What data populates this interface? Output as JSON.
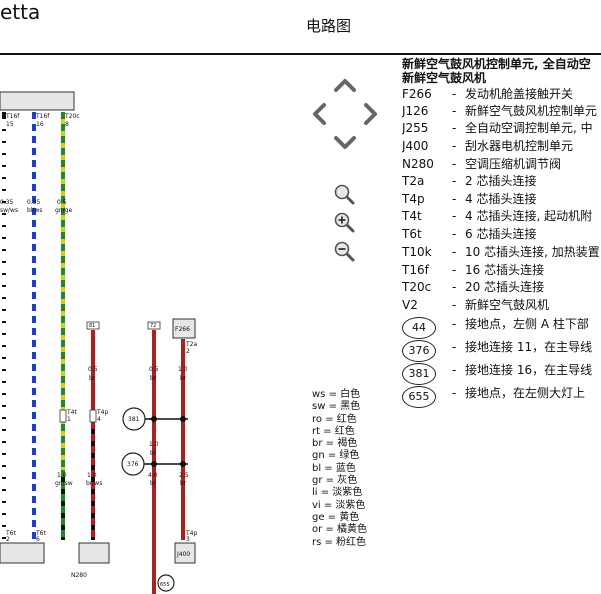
{
  "header": {
    "title_left": "etta",
    "title_center": "电路图"
  },
  "diagram": {
    "wire_labels": {
      "w1_top": "T16f",
      "w1_pin": "15",
      "w1_gauge": "0.35",
      "w1_color": "sw/ws",
      "w2_top": "T16f",
      "w2_pin": "16",
      "w2_gauge": "0.35",
      "w2_color": "bl/ws",
      "w3_top": "T20c",
      "w3_pin": "8",
      "w3_gauge": "0.5",
      "w3_color": "gn/ge",
      "w4_gauge": "0.5",
      "w4_color": "br",
      "w4_box": "81",
      "w5_gauge": "0.5",
      "w5_color": "br",
      "w5_box": "72",
      "w6_gauge": "1.0",
      "w6_color": "br",
      "w6_box": "F266",
      "w6_pin": "T2a",
      "w6_pin_no": "2",
      "t4t": "T4t",
      "t4t_no": "1",
      "t4p": "T4p",
      "t4p_no": "4",
      "g381": "381",
      "g376": "376",
      "w7_gauge": "1.0",
      "w7_color": "gn/sw",
      "w8_gauge": "1.0",
      "w8_color": "br/ws",
      "w9_gauge": "1.0",
      "w9_color": "br",
      "w10_gauge": "4.0",
      "w10_color": "br",
      "w11_gauge": "2.5",
      "w11_color": "br",
      "t6t_a": "T6t",
      "t6t_a_no": "2",
      "t6t_b": "T6t",
      "t6t_b_no": "6",
      "t4p_b": "T4p",
      "t4p_b_no": "3",
      "j400": "J400",
      "n280": "N280",
      "g655": "655"
    }
  },
  "legend": {
    "title_1": "新鲜空气鼓风机控制单元, 全自动空",
    "title_2": "新鲜空气鼓风机",
    "items": [
      {
        "code": "F266",
        "dash": "-",
        "desc": "发动机舱盖接触开关"
      },
      {
        "code": "J126",
        "dash": "-",
        "desc": "新鲜空气鼓风机控制单元"
      },
      {
        "code": "J255",
        "dash": "-",
        "desc": "全自动空调控制单元, 中"
      },
      {
        "code": "J400",
        "dash": "-",
        "desc": "刮水器电机控制单元"
      },
      {
        "code": "N280",
        "dash": "-",
        "desc": "空调压缩机调节阀"
      },
      {
        "code": "T2a",
        "dash": "-",
        "desc": "2 芯插头连接"
      },
      {
        "code": "T4p",
        "dash": "-",
        "desc": "4 芯插头连接"
      },
      {
        "code": "T4t",
        "dash": "-",
        "desc": "4 芯插头连接, 起动机附"
      },
      {
        "code": "T6t",
        "dash": "-",
        "desc": "6 芯插头连接"
      },
      {
        "code": "T10k",
        "dash": "-",
        "desc": "10 芯插头连接, 加热装置"
      },
      {
        "code": "T16f",
        "dash": "-",
        "desc": "16 芯插头连接"
      },
      {
        "code": "T20c",
        "dash": "-",
        "desc": "20 芯插头连接"
      },
      {
        "code": "V2",
        "dash": "-",
        "desc": "新鲜空气鼓风机"
      }
    ],
    "grounds": [
      {
        "num": "44",
        "dash": "-",
        "desc": "接地点，左侧 A 柱下部"
      },
      {
        "num": "376",
        "dash": "-",
        "desc": "接地连接 11，在主导线"
      },
      {
        "num": "381",
        "dash": "-",
        "desc": "接地连接 16，在主导线"
      },
      {
        "num": "655",
        "dash": "-",
        "desc": "接地点，在左侧大灯上"
      }
    ]
  },
  "color_codes": [
    "ws = 白色",
    "sw = 黑色",
    "ro = 红色",
    "rt = 红色",
    "br = 褐色",
    "gn = 绿色",
    "bl = 蓝色",
    "gr = 灰色",
    "li = 淡紫色",
    "vi = 淡紫色",
    "ge = 黄色",
    "or = 橘黄色",
    "rs = 粉红色"
  ],
  "toolbar": {
    "up_icon": "arrow-up-icon",
    "left_icon": "arrow-left-icon",
    "right_icon": "arrow-right-icon",
    "down_icon": "arrow-down-icon",
    "search_icon": "magnifier-icon",
    "zoom_in_icon": "zoom-in-icon",
    "zoom_out_icon": "zoom-out-icon"
  }
}
